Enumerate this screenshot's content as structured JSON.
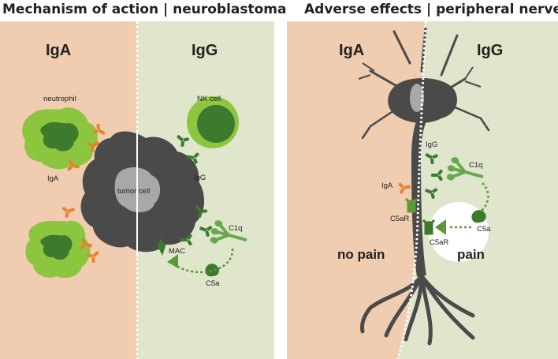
{
  "titles": {
    "left": "Mechanism of action | neuroblastoma",
    "right": "Adverse effects | peripheral nerves"
  },
  "left_panel": {
    "iga_header": "IgA",
    "igg_header": "IgG",
    "neutrophil": "neutrophil",
    "nk_cell": "NK cell",
    "iga": "IgA",
    "tumor_cell": "tumor cell",
    "igg": "IgG",
    "c1q": "C1q",
    "mac": "MAC",
    "c5a": "C5a"
  },
  "right_panel": {
    "iga_header": "IgA",
    "igg_header": "IgG",
    "igg": "IgG",
    "c1q": "C1q",
    "iga": "IgA",
    "c5ar_left": "C5aR",
    "c5ar_right": "C5aR",
    "c5a": "C5a",
    "no_pain": "no pain",
    "pain": "pain"
  },
  "colors": {
    "iga_bg": "#f0cdb0",
    "igg_bg": "#dfe6cb",
    "iga_orange": "#e8822e",
    "igg_green": "#5b9a3a",
    "neutrophil_light": "#8cc63f",
    "dark_green": "#3d7a2e",
    "cell_dark": "#4a4a4a",
    "nucleus_gray": "#a8a8a8"
  }
}
